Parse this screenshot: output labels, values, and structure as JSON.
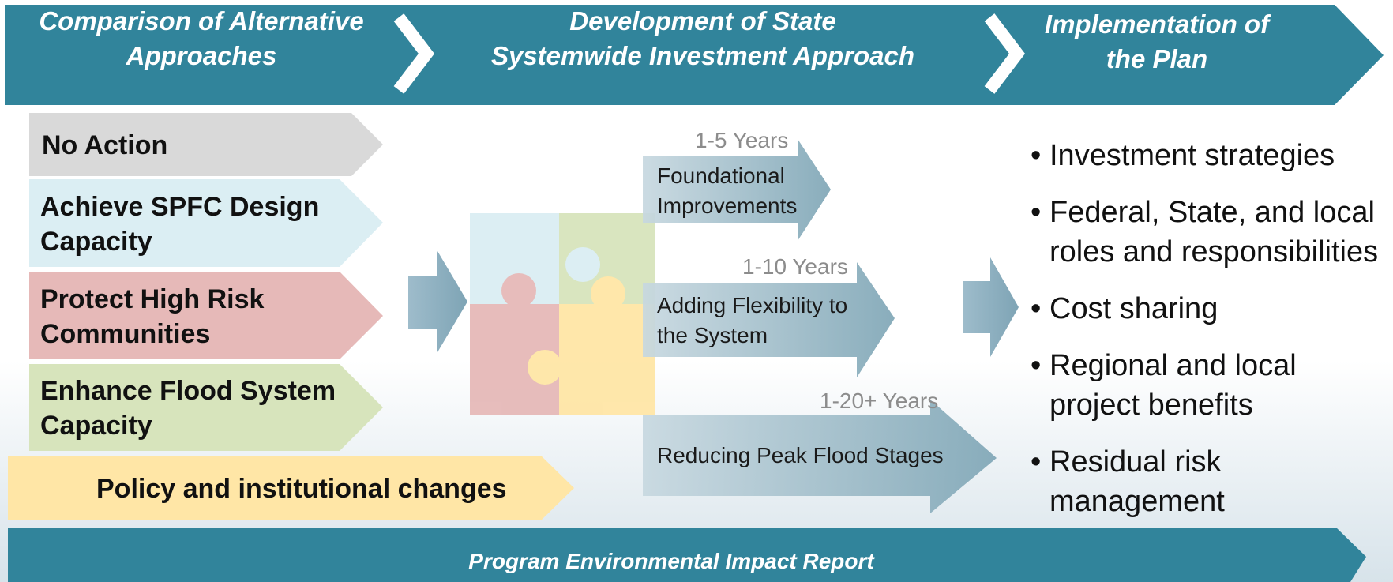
{
  "header": {
    "stage1": "Comparison of Alternative\nApproaches",
    "stage2": "Development of  State\nSystemwide  Investment Approach",
    "stage3": "Implementation of\nthe Plan"
  },
  "approaches": {
    "no_action": "No Action",
    "achieve_spfc": "Achieve SPFC Design\nCapacity",
    "protect_high_risk": "Protect High Risk\nCommunities",
    "enhance_capacity": "Enhance Flood System\nCapacity",
    "policy": "Policy and institutional changes"
  },
  "phases": {
    "foundational": {
      "duration": "1-5 Years",
      "label": "Foundational\nImprovements"
    },
    "flexibility": {
      "duration": "1-10 Years",
      "label": "Adding Flexibility to\nthe System"
    },
    "peak_flood": {
      "duration": "1-20+ Years",
      "label": "Reducing Peak Flood Stages"
    }
  },
  "implementation": {
    "bullets": [
      "Investment strategies",
      "Federal, State, and local roles and responsibilities",
      "Cost sharing",
      "Regional and local project benefits",
      "Residual risk management"
    ]
  },
  "footer": {
    "label": "Program Environmental Impact Report"
  },
  "colors": {
    "teal": "#31849b",
    "no_action": "#d9d9d9",
    "spfc": "#dbeef3",
    "high_risk": "#e6b9b8",
    "enhance": "#d7e4bc",
    "policy": "#ffe6a6",
    "puzzle_blue": "#dbeef3",
    "puzzle_green": "#d7e4bc",
    "puzzle_pink": "#e6b9b8",
    "puzzle_yellow": "#ffe6a6"
  }
}
